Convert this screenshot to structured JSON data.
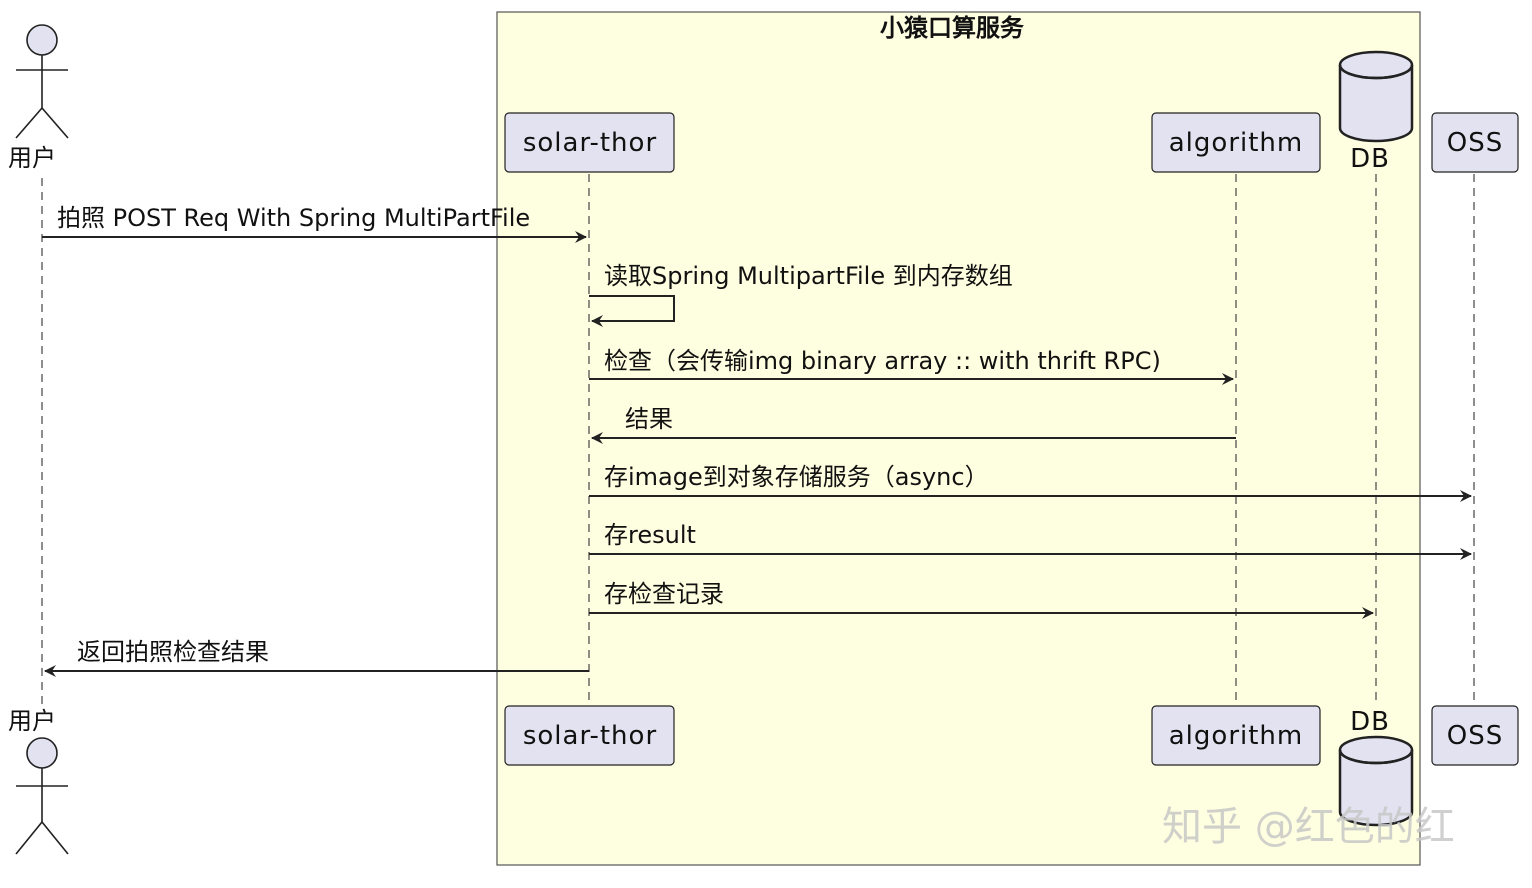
{
  "group": {
    "title": "小猿口算服务"
  },
  "participants": {
    "user": "用户",
    "solar_thor": "solar-thor",
    "algorithm": "algorithm",
    "db": "DB",
    "oss": "OSS"
  },
  "messages": [
    {
      "from": "user",
      "to": "solar_thor",
      "text": "拍照 POST Req With Spring MultiPartFile"
    },
    {
      "from": "solar_thor",
      "to": "solar_thor",
      "text": "读取Spring MultipartFile 到内存数组"
    },
    {
      "from": "solar_thor",
      "to": "algorithm",
      "text": "检查（会传输img binary array :: with thrift RPC)"
    },
    {
      "from": "algorithm",
      "to": "solar_thor",
      "text": "结果"
    },
    {
      "from": "solar_thor",
      "to": "oss",
      "text": "存image到对象存储服务（async）"
    },
    {
      "from": "solar_thor",
      "to": "oss",
      "text": "存result"
    },
    {
      "from": "solar_thor",
      "to": "db",
      "text": "存检查记录"
    },
    {
      "from": "solar_thor",
      "to": "user",
      "text": "返回拍照检查结果"
    }
  ],
  "watermark": "知乎 @红色的红",
  "colors": {
    "group_fill": "#fefee0",
    "participant_fill": "#e2e2f0",
    "line": "#222222"
  }
}
